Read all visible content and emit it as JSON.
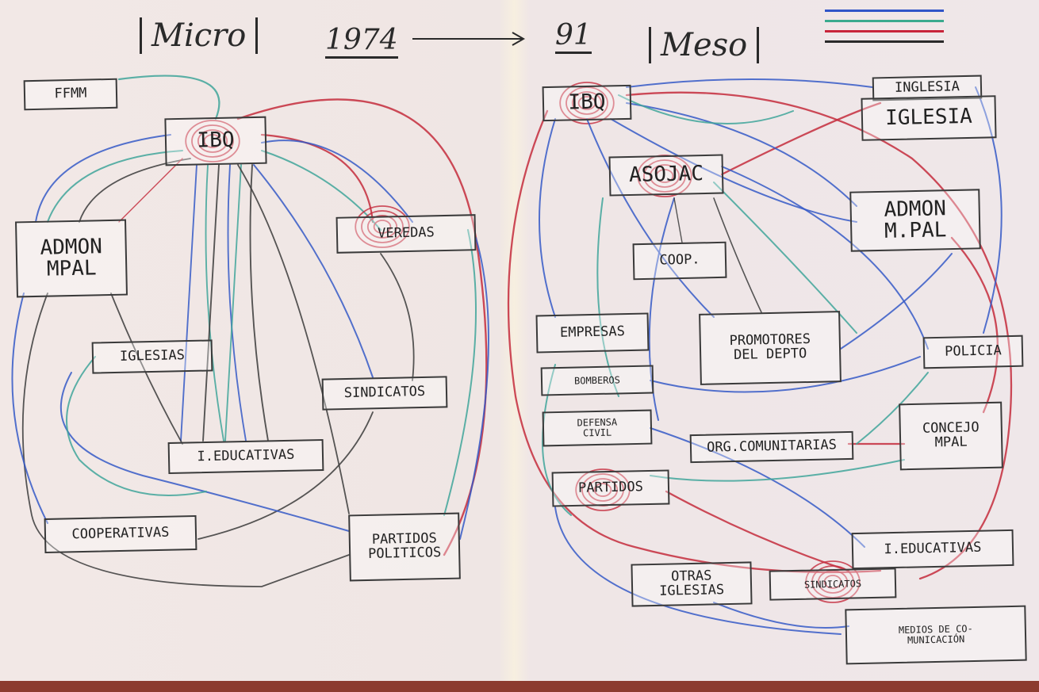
{
  "header": {
    "left_scale": "Micro",
    "right_scale": "Meso",
    "year_start": "1974",
    "year_end": "91"
  },
  "legend": {
    "items": [
      {
        "label": "",
        "color": "#2f55c8"
      },
      {
        "label": "",
        "color": "#3aaa8e"
      },
      {
        "label": "",
        "color": "#c8243a"
      },
      {
        "label": "",
        "color": "#2a2a2a"
      }
    ]
  },
  "colors": {
    "blue": "#3559c7",
    "green": "#3fa59a",
    "red": "#c42b3c",
    "black": "#3a3a3a",
    "paper": "#f1e9e7"
  },
  "micro_nodes": {
    "ffmm": "FFMM",
    "ibq": "IBQ",
    "admon_mpal": "ADMON\nMPAL",
    "veredas": "VEREDAS",
    "iglesias": "IGLESIAS",
    "sindicatos": "SINDICATOS",
    "i_educativas": "I.EDUCATIVAS",
    "cooperativas": "COOPERATIVAS",
    "partidos_politicos": "PARTIDOS\nPOLITICOS"
  },
  "meso_nodes": {
    "ibq": "IBQ",
    "asojac": "ASOJAC",
    "coop": "COOP.",
    "empresas": "EMPRESAS",
    "bomberos": "BOMBEROS",
    "defensa_civil": "DEFENSA\nCIVIL",
    "partidos": "PARTIDOS",
    "promotores_del_depto": "PROMOTORES\nDEL DEPTO",
    "org_comunitarias": "ORG.COMUNITARIAS",
    "policia": "POLICIA",
    "concejo_mpal": "CONCEJO\nMPAL",
    "i_educativas": "I.EDUCATIVAS",
    "sindicatos": "SINDICATOS",
    "otras_iglesias": "OTRAS\nIGLESIAS",
    "medios_de_comunicacion": "MEDIOS DE CO-\nMUNICACIÓN",
    "iglesia_label": "IGLESIA",
    "iglesia_box_top": "INGLESIA",
    "admon_mpal": "ADMON\nM.PAL"
  }
}
